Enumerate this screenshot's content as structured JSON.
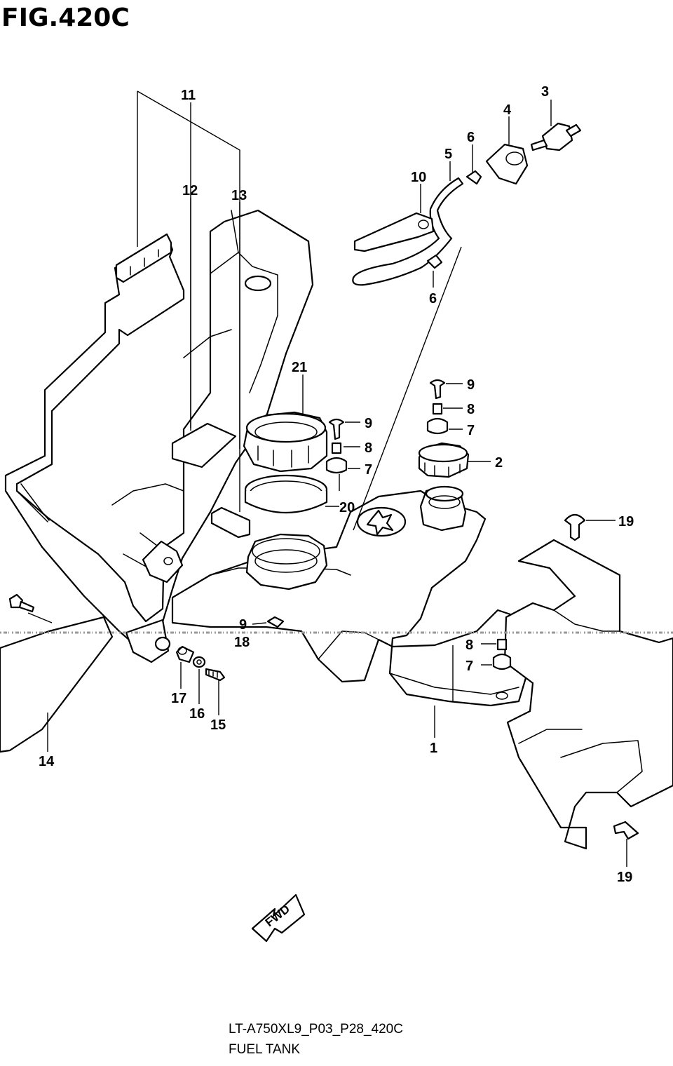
{
  "figure": {
    "title": "FIG.420C",
    "model_code": "LT-A750XL9_P03_P28_420C",
    "caption": "FUEL TANK",
    "fwd_label": "FWD"
  },
  "callouts": [
    {
      "id": "c11",
      "text": "11"
    },
    {
      "id": "c12",
      "text": "12"
    },
    {
      "id": "c13",
      "text": "13"
    },
    {
      "id": "c3",
      "text": "3"
    },
    {
      "id": "c4",
      "text": "4"
    },
    {
      "id": "c6a",
      "text": "6"
    },
    {
      "id": "c5",
      "text": "5"
    },
    {
      "id": "c10",
      "text": "10"
    },
    {
      "id": "c6b",
      "text": "6"
    },
    {
      "id": "c21",
      "text": "21"
    },
    {
      "id": "c9a",
      "text": "9"
    },
    {
      "id": "c8a",
      "text": "8"
    },
    {
      "id": "c7a",
      "text": "7"
    },
    {
      "id": "c20",
      "text": "20"
    },
    {
      "id": "c9b",
      "text": "9"
    },
    {
      "id": "c8b",
      "text": "8"
    },
    {
      "id": "c7b",
      "text": "7"
    },
    {
      "id": "c2",
      "text": "2"
    },
    {
      "id": "c19a",
      "text": "19"
    },
    {
      "id": "c9c",
      "text": "9"
    },
    {
      "id": "c18",
      "text": "18"
    },
    {
      "id": "c8c",
      "text": "8"
    },
    {
      "id": "c7c",
      "text": "7"
    },
    {
      "id": "c17",
      "text": "17"
    },
    {
      "id": "c16",
      "text": "16"
    },
    {
      "id": "c15",
      "text": "15"
    },
    {
      "id": "c14",
      "text": "14"
    },
    {
      "id": "c1",
      "text": "1"
    },
    {
      "id": "c19b",
      "text": "19"
    }
  ]
}
